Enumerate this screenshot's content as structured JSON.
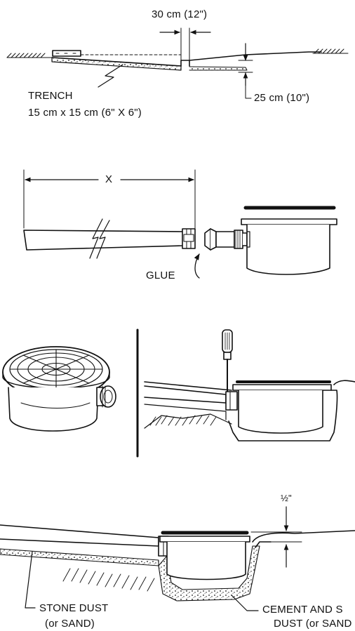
{
  "step1": {
    "overflow_width_label": "30 cm (12\")",
    "trench_label": "TRENCH",
    "trench_size_label": "15 cm x 15 cm (6\" X 6\")",
    "depth_label": "25 cm (10\")"
  },
  "step2": {
    "pipe_length_label": "X",
    "glue_label": "GLUE"
  },
  "step4": {
    "rim_height_label": "½\"",
    "stone_dust_label": "STONE DUST",
    "stone_dust_alt_label": "(or SAND)",
    "cement_label": "CEMENT AND S",
    "cement_alt_label": "DUST (or SAND"
  }
}
